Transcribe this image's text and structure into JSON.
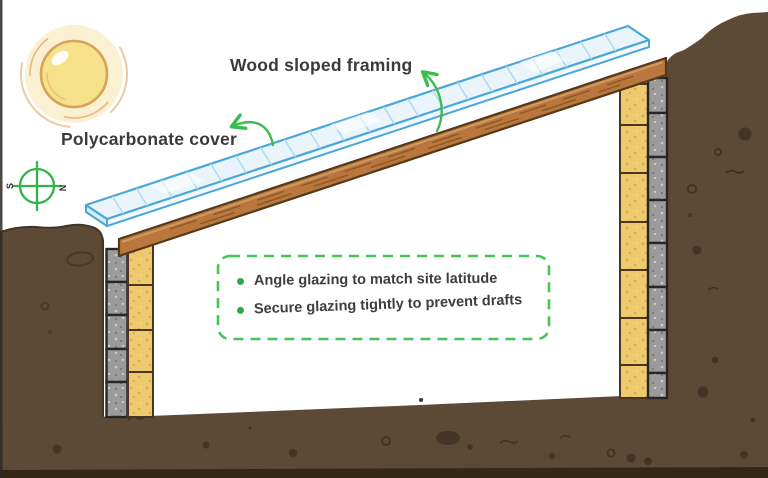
{
  "diagram": {
    "labels": {
      "framing": "Wood sloped framing",
      "cover": "Polycarbonate cover"
    },
    "tips": {
      "items": [
        "Angle glazing to match site latitude",
        "Secure glazing tightly to prevent drafts"
      ]
    },
    "compass": {
      "left": "S",
      "right": "N"
    },
    "icons": [
      "sun-icon",
      "compass-icon",
      "bullet-dot-icon",
      "curved-arrow-icon"
    ],
    "colors": {
      "accent_green": "#3cbb4e",
      "text": "#3b3b3b",
      "soil": "#5c4936",
      "soil_dark_strip": "#352716",
      "soil_spot": "#463327",
      "wood_beam": "#b9773d",
      "glazing_fill": "#e9f4fb",
      "glazing_edge": "#4aa7d8",
      "brick_yellow": "#eec96d",
      "stone_gray": "#9b9b9b",
      "sun_core": "#f7e28c",
      "sun_glow": "#faf1d3"
    }
  }
}
